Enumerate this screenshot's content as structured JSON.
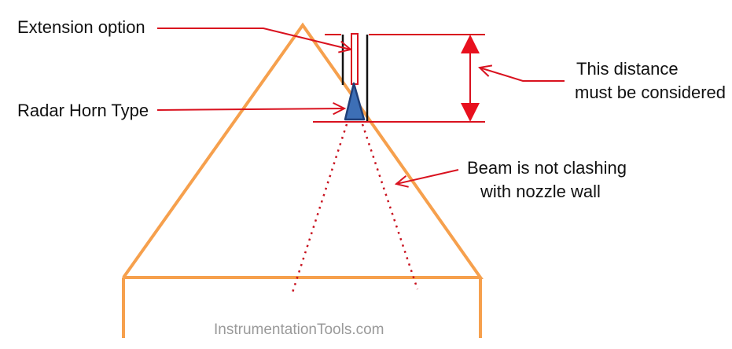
{
  "labels": {
    "extension_option": "Extension option",
    "radar_horn_type": "Radar Horn Type",
    "distance_line1": "This distance",
    "distance_line2": "must be considered",
    "beam_line1": "Beam is not clashing",
    "beam_line2": "with nozzle wall"
  },
  "watermark": "InstrumentationTools.com",
  "colors": {
    "nozzle": "#f6a04d",
    "annotation": "#d9121f",
    "horn_fill": "#3d6fb6",
    "horn_stroke": "#1f3f78",
    "text": "#111111",
    "watermark": "#9a9a9a"
  }
}
